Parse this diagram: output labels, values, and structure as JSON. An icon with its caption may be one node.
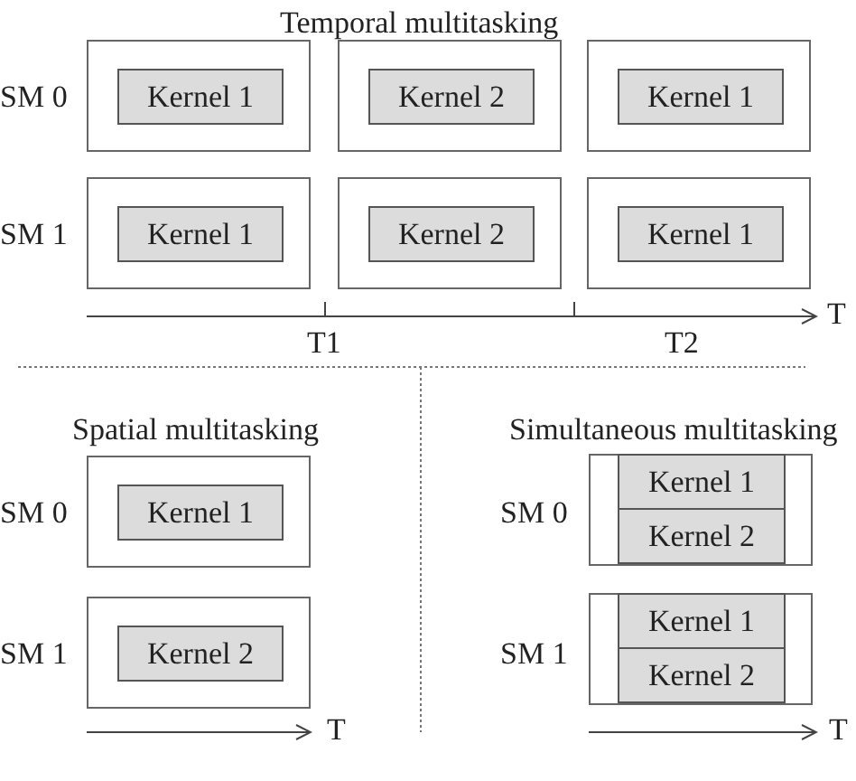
{
  "diagram": {
    "nodes": [
      {
        "text": [],
        "shape": "box"
      },
      {
        "text": [
          "Kernel 1"
        ],
        "in": 0
      },
      {
        "text": [],
        "shape": "box"
      },
      {
        "text": [
          "Kernel 2"
        ],
        "in": 2
      },
      {
        "text": [],
        "shape": "box"
      },
      {
        "text": [
          "Kernel 1"
        ],
        "in": 4
      },
      {
        "text": [],
        "shape": "box"
      },
      {
        "text": [
          "Kernel 1"
        ],
        "in": 6
      },
      {
        "text": [],
        "shape": "box"
      },
      {
        "text": [
          "Kernel 2"
        ],
        "in": 8
      },
      {
        "text": [],
        "shape": "box"
      },
      {
        "text": [
          "Kernel 1"
        ],
        "in": 10
      },
      {
        "text": [],
        "shape": "box"
      },
      {
        "text": [
          "Kernel 1"
        ],
        "in": 12
      },
      {
        "text": [],
        "shape": "box"
      },
      {
        "text": [
          "Kernel 2"
        ],
        "in": 14
      },
      {
        "text": [],
        "shape": "box"
      },
      {
        "text": [
          "Kernel 1"
        ],
        "in": 16
      },
      {
        "text": [
          "Kernel 2"
        ],
        "in": 16
      },
      {
        "text": [],
        "shape": "box"
      },
      {
        "text": [
          "Kernel 1"
        ],
        "in": 19
      },
      {
        "text": [
          "Kernel 2"
        ],
        "in": 19
      }
    ],
    "edges": [],
    "labels": [
      "Temporal multitasking",
      "SM 0",
      "SM 1",
      "T",
      "T1",
      "T2",
      "Spatial multitasking",
      "Simultaneous multitasking",
      "SM 0",
      "SM 0",
      "SM 1",
      "SM 1",
      "T",
      "T"
    ]
  }
}
